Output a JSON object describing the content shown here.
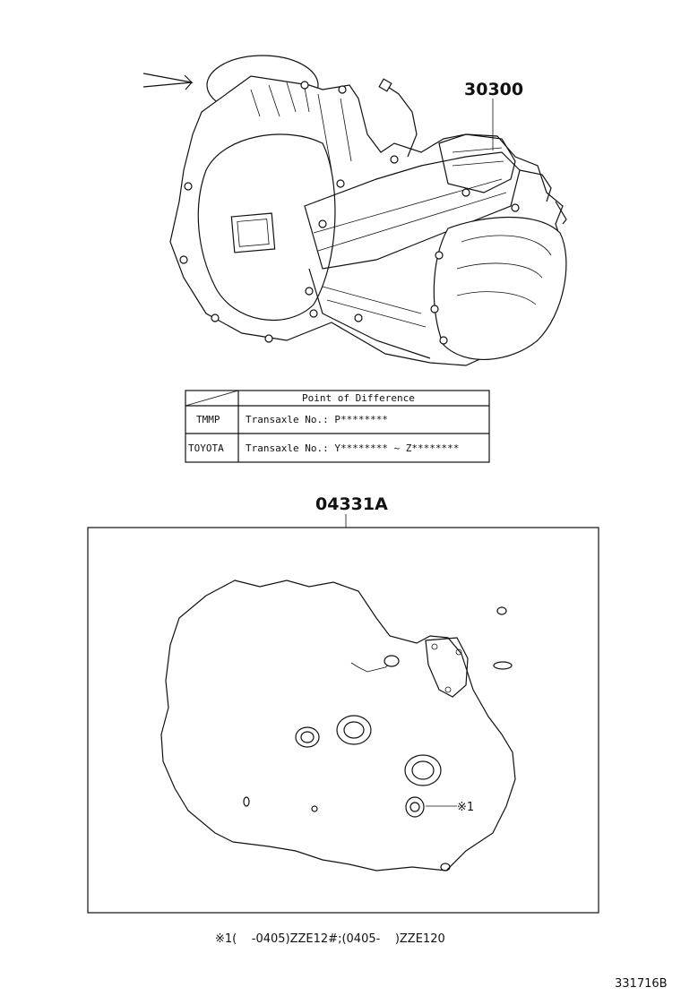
{
  "part_labels": {
    "transaxle": "30300",
    "gasket_kit": "04331A",
    "note_marker": "※1"
  },
  "difference_table": {
    "header": "Point of Difference",
    "rows": [
      {
        "maker": "TMMP",
        "text": "Transaxle No.: P********"
      },
      {
        "maker": "TOYOTA",
        "text": "Transaxle No.: Y******** ~ Z********"
      }
    ]
  },
  "footnote": "※1(    -0405)ZZE12#;(0405-    )ZZE120",
  "diagram_id": "331716B"
}
